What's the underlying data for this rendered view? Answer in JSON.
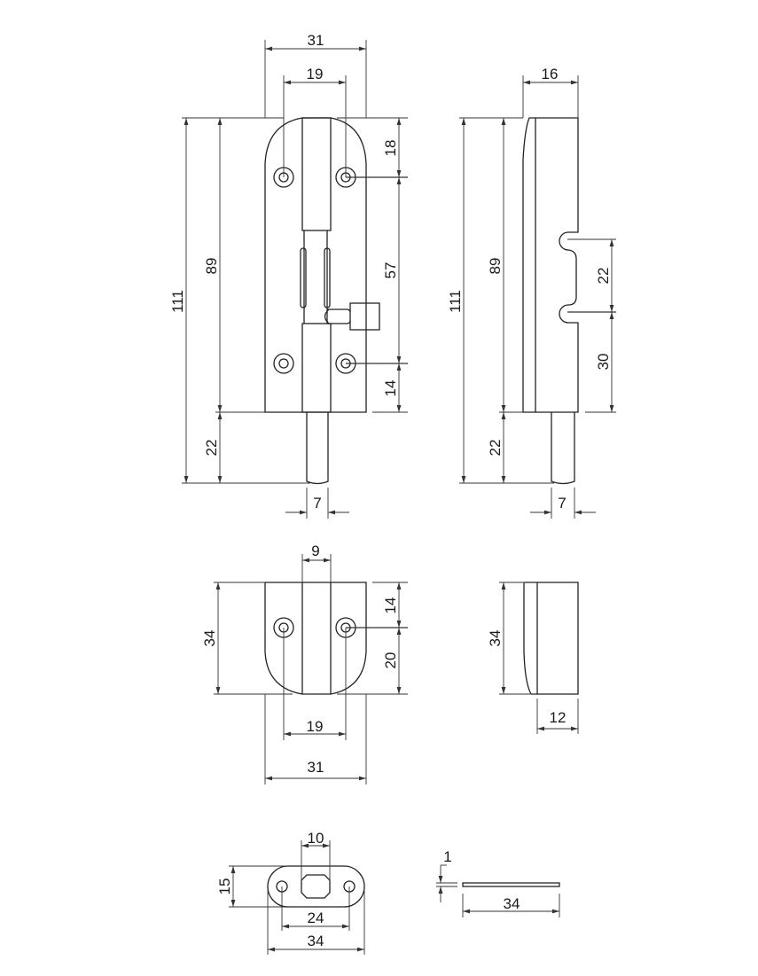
{
  "front_view": {
    "width_overall": "31",
    "hole_spacing_top": "19",
    "length_overall": "111",
    "plate_length": "89",
    "pin_projection": "22",
    "top_to_hole": "18",
    "hole_spacing_vertical": "57",
    "hole_to_bottom": "14",
    "pin_diameter": "7"
  },
  "side_view": {
    "thickness": "16",
    "length_overall": "111",
    "plate_length": "89",
    "pin_projection": "22",
    "notch_spacing": "22",
    "notch_to_bottom": "30",
    "pin_diameter": "7"
  },
  "keeper_front": {
    "slot_width": "9",
    "height": "34",
    "top_to_hole": "14",
    "hole_to_bottom": "20",
    "hole_spacing": "19",
    "width": "31"
  },
  "keeper_side": {
    "height": "34",
    "depth": "12"
  },
  "strike_plate": {
    "slot_width": "10",
    "height": "15",
    "hole_spacing": "24",
    "width": "34",
    "thickness": "1",
    "side_length": "34"
  }
}
